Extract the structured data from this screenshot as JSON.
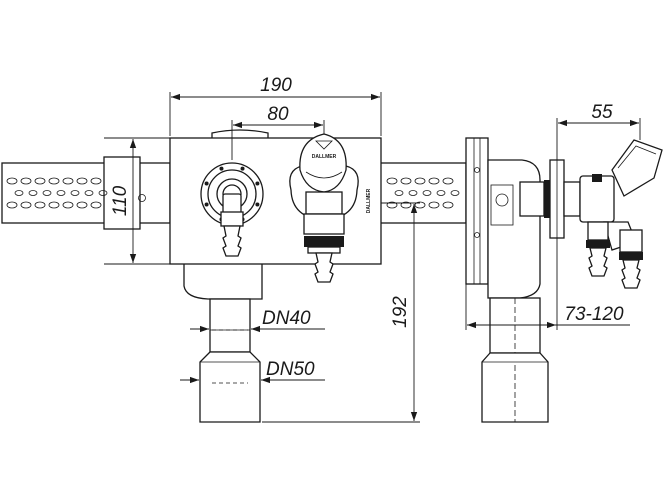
{
  "dimensions": {
    "overall_width": "190",
    "valve_spacing": "80",
    "plate_height": "110",
    "total_height": "192",
    "side_offset": "55",
    "wall_depth": "73-120"
  },
  "pipes": {
    "upper": "DN40",
    "lower": "DN50"
  },
  "brand_marks": {
    "front_plate": "DALLMER",
    "valve_knob": "DALLMER"
  }
}
